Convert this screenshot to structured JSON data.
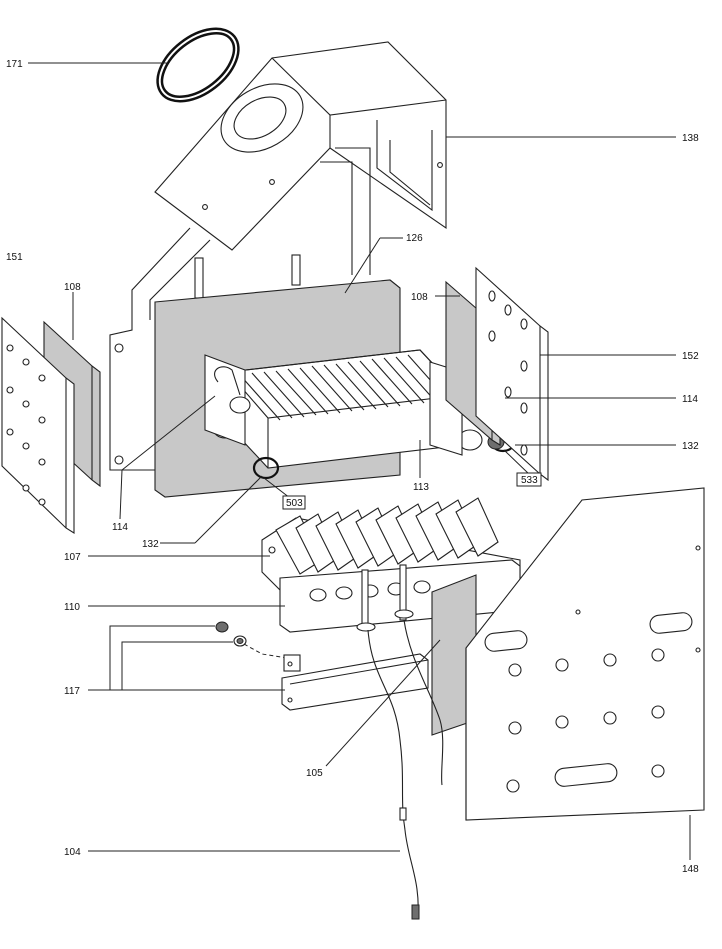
{
  "callouts": {
    "c171": "171",
    "c138": "138",
    "c151": "151",
    "c108_left": "108",
    "c126": "126",
    "c108_right": "108",
    "c152": "152",
    "c114_right": "114",
    "c132_right": "132",
    "c533": "533",
    "c113": "113",
    "c503": "503",
    "c114_left": "114",
    "c132_left": "132",
    "c107": "107",
    "c110": "110",
    "c117": "117",
    "c105": "105",
    "c104": "104",
    "c148": "148"
  },
  "colors": {
    "line": "#222222",
    "panel_grey": "#c8c8c8",
    "background": "#ffffff"
  }
}
